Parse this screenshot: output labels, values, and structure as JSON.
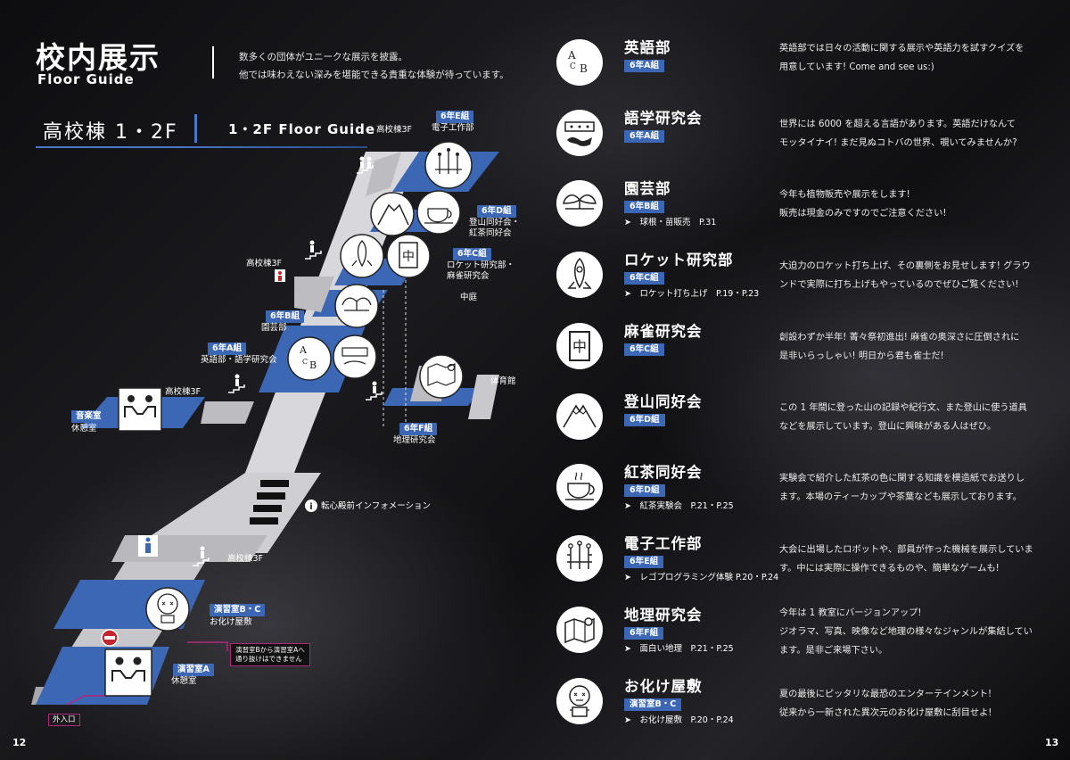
{
  "header": {
    "title_jp": "校内展示",
    "title_en": "Floor Guide",
    "lead_line1": "数多くの団体がユニークな展示を披露。",
    "lead_line2": "他では味わえない深みを堪能できる貴重な体験が待っています。"
  },
  "floor": {
    "title": "高校棟 1・2F",
    "subtitle": "1・2F Floor Guide"
  },
  "map": {
    "stair_top": "高校棟3F",
    "stair_mid": "高校棟3F",
    "stair_left": "高校棟3F",
    "stair_bottom": "高校棟3F",
    "e_tag": "6年E組",
    "e_name": "電子工作部",
    "d_tag": "6年D組",
    "d_name1": "登山同好会・",
    "d_name2": "紅茶同好会",
    "c_tag": "6年C組",
    "c_name1": "ロケット研究部・",
    "c_name2": "麻雀研究会",
    "courtyard": "中庭",
    "b_tag": "6年B組",
    "b_name": "園芸部",
    "a_tag": "6年A組",
    "a_name": "英語部・語学研究会",
    "gym": "体育館",
    "f_tag": "6年F組",
    "f_name": "地理研究会",
    "music_tag": "音楽室",
    "music_name": "休憩室",
    "info": "転心殿前インフォメーション",
    "bc_tag": "演習室B・C",
    "bc_name": "お化け屋敷",
    "note_line1": "演習室Bから演習室Aへ",
    "note_line2": "通り抜けはできません",
    "ra_tag": "演習室A",
    "ra_name": "休憩室",
    "exit": "外入口"
  },
  "page_left": "12",
  "page_right": "13",
  "clubs": [
    {
      "name": "英語部",
      "badge": "6年A組",
      "event": "",
      "icon": "abc-icon",
      "desc1": "英語部では日々の活動に関する展示や英語力を試すクイズを",
      "desc2": "用意しています! Come and see us:)"
    },
    {
      "name": "語学研究会",
      "badge": "6年A組",
      "event": "",
      "icon": "speech-bubbles-icon",
      "desc1": "世界には 6000 を超える言語があります。英語だけなんて",
      "desc2": "モッタイナイ! まだ見ぬコトバの世界、覗いてみませんか?"
    },
    {
      "name": "園芸部",
      "badge": "6年B組",
      "event": "➤　球根・苗販売　P.31",
      "icon": "sprout-icon",
      "desc1": "今年も植物販売や展示をします!",
      "desc2": "販売は現金のみですのでご注意ください!"
    },
    {
      "name": "ロケット研究部",
      "badge": "6年C組",
      "event": "➤　ロケット打ち上げ　P.19・P.23",
      "icon": "rocket-icon",
      "desc1": "大迫力のロケット打ち上げ、その裏側をお見せします! グラウ",
      "desc2": "ンドで実際に打ち上げもやっているのでぜひご覧ください!"
    },
    {
      "name": "麻雀研究会",
      "badge": "6年C組",
      "event": "",
      "icon": "mahjong-tile-icon",
      "desc1": "創設わずか半年! 菁々祭初進出! 麻雀の奥深さに圧倒されに",
      "desc2": "是非いらっしゃい! 明日から君も雀士だ!"
    },
    {
      "name": "登山同好会",
      "badge": "6年D組",
      "event": "",
      "icon": "mountain-icon",
      "desc1": "この 1 年間に登った山の記録や紀行文、また登山に使う道具",
      "desc2": "などを展示しています。登山に興味がある人はぜひ。"
    },
    {
      "name": "紅茶同好会",
      "badge": "6年D組",
      "event": "➤　紅茶実験会　P.21・P.25",
      "icon": "teacup-icon",
      "desc1": "実験会で紹介した紅茶の色に関する知識を模造紙でお送りし",
      "desc2": "ます。本場のティーカップや茶葉なども展示しております。"
    },
    {
      "name": "電子工作部",
      "badge": "6年E組",
      "event": "➤　レゴプログラミング体験 P.20・P.24",
      "icon": "circuit-icon",
      "desc1": "大会に出場したロボットや、部員が作った機械を展示していま",
      "desc2": "す。中には実際に操作できるものや、簡単なゲームも!"
    },
    {
      "name": "地理研究会",
      "badge": "6年F組",
      "event": "➤　面白い地理　P.21・P.25",
      "icon": "map-pin-icon",
      "desc1": "今年は 1 教室にバージョンアップ!",
      "desc2": "ジオラマ、写真、映像など地理の様々なジャンルが集結してい",
      "desc3": "ます。是非ご来場下さい。"
    },
    {
      "name": "お化け屋敷",
      "badge": "演習室B・C",
      "event": "➤　お化け屋敷　P.20・P.24",
      "icon": "ghost-robot-icon",
      "desc1": "夏の最後にピッタリな最恐のエンターテインメント!",
      "desc2": "従来から一新された異次元のお化け屋敷に刮目せよ!"
    }
  ]
}
